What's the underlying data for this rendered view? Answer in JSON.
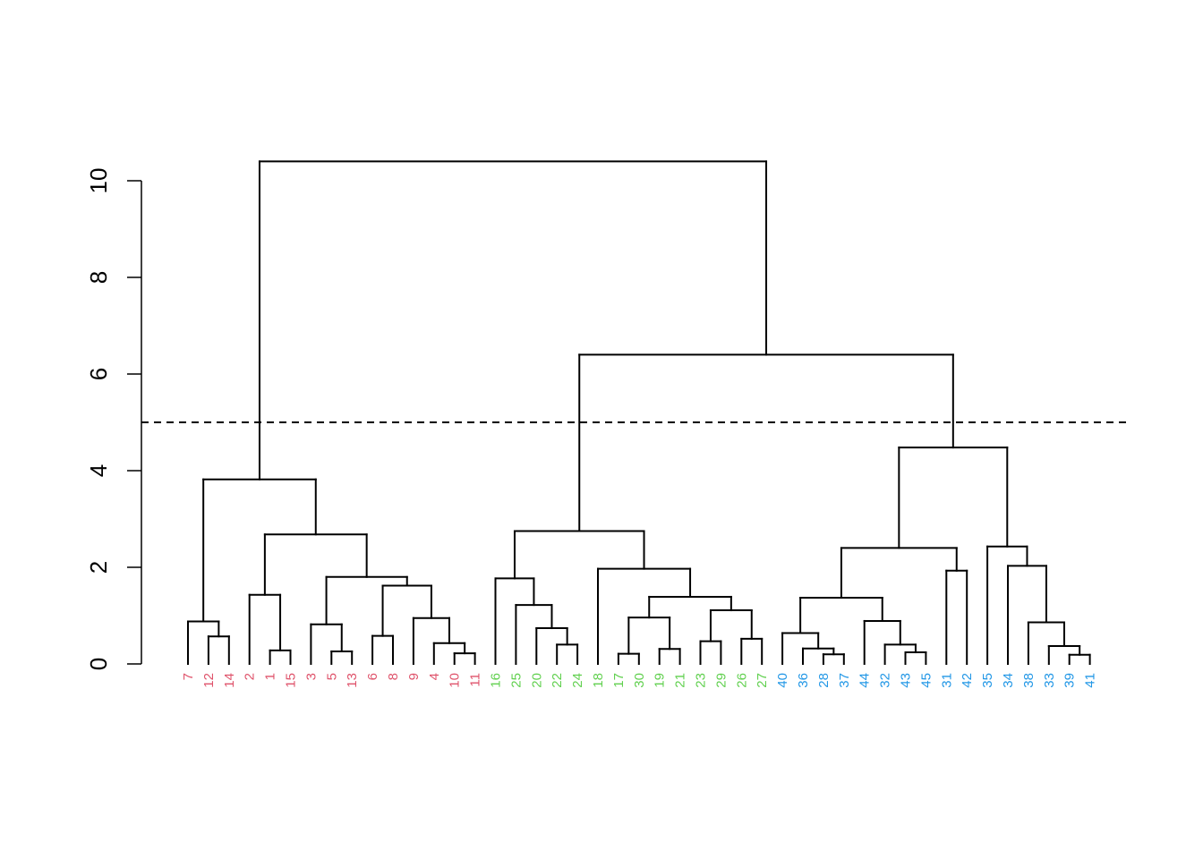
{
  "chart_data": {
    "type": "dendrogram",
    "title": "",
    "xlabel": "",
    "ylabel": "",
    "ylim": [
      0,
      10.4
    ],
    "yticks": [
      "0",
      "2",
      "4",
      "6",
      "8",
      "10"
    ],
    "cut_height": 5.0,
    "cluster_colors": [
      "#DF536B",
      "#61D04F",
      "#2297E6"
    ],
    "leaves": [
      {
        "label": "7",
        "cluster": 0
      },
      {
        "label": "12",
        "cluster": 0
      },
      {
        "label": "14",
        "cluster": 0
      },
      {
        "label": "2",
        "cluster": 0
      },
      {
        "label": "1",
        "cluster": 0
      },
      {
        "label": "15",
        "cluster": 0
      },
      {
        "label": "3",
        "cluster": 0
      },
      {
        "label": "5",
        "cluster": 0
      },
      {
        "label": "13",
        "cluster": 0
      },
      {
        "label": "6",
        "cluster": 0
      },
      {
        "label": "8",
        "cluster": 0
      },
      {
        "label": "9",
        "cluster": 0
      },
      {
        "label": "4",
        "cluster": 0
      },
      {
        "label": "10",
        "cluster": 0
      },
      {
        "label": "11",
        "cluster": 0
      },
      {
        "label": "16",
        "cluster": 1
      },
      {
        "label": "25",
        "cluster": 1
      },
      {
        "label": "20",
        "cluster": 1
      },
      {
        "label": "22",
        "cluster": 1
      },
      {
        "label": "24",
        "cluster": 1
      },
      {
        "label": "18",
        "cluster": 1
      },
      {
        "label": "17",
        "cluster": 1
      },
      {
        "label": "30",
        "cluster": 1
      },
      {
        "label": "19",
        "cluster": 1
      },
      {
        "label": "21",
        "cluster": 1
      },
      {
        "label": "23",
        "cluster": 1
      },
      {
        "label": "29",
        "cluster": 1
      },
      {
        "label": "26",
        "cluster": 1
      },
      {
        "label": "27",
        "cluster": 1
      },
      {
        "label": "40",
        "cluster": 2
      },
      {
        "label": "36",
        "cluster": 2
      },
      {
        "label": "28",
        "cluster": 2
      },
      {
        "label": "37",
        "cluster": 2
      },
      {
        "label": "44",
        "cluster": 2
      },
      {
        "label": "32",
        "cluster": 2
      },
      {
        "label": "43",
        "cluster": 2
      },
      {
        "label": "45",
        "cluster": 2
      },
      {
        "label": "31",
        "cluster": 2
      },
      {
        "label": "42",
        "cluster": 2
      },
      {
        "label": "35",
        "cluster": 2
      },
      {
        "label": "34",
        "cluster": 2
      },
      {
        "label": "38",
        "cluster": 2
      },
      {
        "label": "33",
        "cluster": 2
      },
      {
        "label": "39",
        "cluster": 2
      },
      {
        "label": "41",
        "cluster": 2
      }
    ],
    "merges": [
      {
        "a": "L1",
        "b": "L2",
        "h": 0.57
      },
      {
        "a": "L0",
        "b": "M0",
        "h": 0.88
      },
      {
        "a": "L4",
        "b": "L5",
        "h": 0.28
      },
      {
        "a": "L3",
        "b": "M2",
        "h": 1.43
      },
      {
        "a": "L7",
        "b": "L8",
        "h": 0.26
      },
      {
        "a": "L6",
        "b": "M4",
        "h": 0.82
      },
      {
        "a": "L9",
        "b": "L10",
        "h": 0.58
      },
      {
        "a": "L13",
        "b": "L14",
        "h": 0.22
      },
      {
        "a": "L12",
        "b": "M7",
        "h": 0.43
      },
      {
        "a": "L11",
        "b": "M8",
        "h": 0.95
      },
      {
        "a": "M6",
        "b": "M9",
        "h": 1.62
      },
      {
        "a": "M5",
        "b": "M10",
        "h": 1.8
      },
      {
        "a": "M3",
        "b": "M11",
        "h": 2.68
      },
      {
        "a": "M1",
        "b": "M12",
        "h": 3.82
      },
      {
        "a": "L18",
        "b": "L19",
        "h": 0.4
      },
      {
        "a": "L17",
        "b": "M14",
        "h": 0.74
      },
      {
        "a": "L16",
        "b": "M15",
        "h": 1.22
      },
      {
        "a": "L15",
        "b": "M16",
        "h": 1.77
      },
      {
        "a": "L21",
        "b": "L22",
        "h": 0.21
      },
      {
        "a": "L23",
        "b": "L24",
        "h": 0.31
      },
      {
        "a": "M18",
        "b": "M19",
        "h": 0.96
      },
      {
        "a": "L25",
        "b": "L26",
        "h": 0.47
      },
      {
        "a": "L27",
        "b": "L28",
        "h": 0.52
      },
      {
        "a": "M21",
        "b": "M22",
        "h": 1.11
      },
      {
        "a": "M20",
        "b": "M23",
        "h": 1.39
      },
      {
        "a": "L20",
        "b": "M24",
        "h": 1.97
      },
      {
        "a": "M17",
        "b": "M25",
        "h": 2.75
      },
      {
        "a": "L31",
        "b": "L32",
        "h": 0.2
      },
      {
        "a": "L30",
        "b": "M27",
        "h": 0.32
      },
      {
        "a": "L29",
        "b": "M28",
        "h": 0.64
      },
      {
        "a": "L35",
        "b": "L36",
        "h": 0.24
      },
      {
        "a": "L34",
        "b": "M30",
        "h": 0.4
      },
      {
        "a": "L33",
        "b": "M31",
        "h": 0.89
      },
      {
        "a": "M29",
        "b": "M32",
        "h": 1.37
      },
      {
        "a": "L37",
        "b": "L38",
        "h": 1.93
      },
      {
        "a": "M33",
        "b": "M34",
        "h": 2.4
      },
      {
        "a": "L43",
        "b": "L44",
        "h": 0.19
      },
      {
        "a": "L42",
        "b": "M36",
        "h": 0.37
      },
      {
        "a": "L41",
        "b": "M37",
        "h": 0.86
      },
      {
        "a": "L40",
        "b": "M38",
        "h": 2.03
      },
      {
        "a": "L39",
        "b": "M39",
        "h": 2.43
      },
      {
        "a": "M35",
        "b": "M40",
        "h": 4.48
      },
      {
        "a": "M26",
        "b": "M41",
        "h": 6.4
      },
      {
        "a": "M13",
        "b": "M42",
        "h": 10.4
      }
    ]
  }
}
